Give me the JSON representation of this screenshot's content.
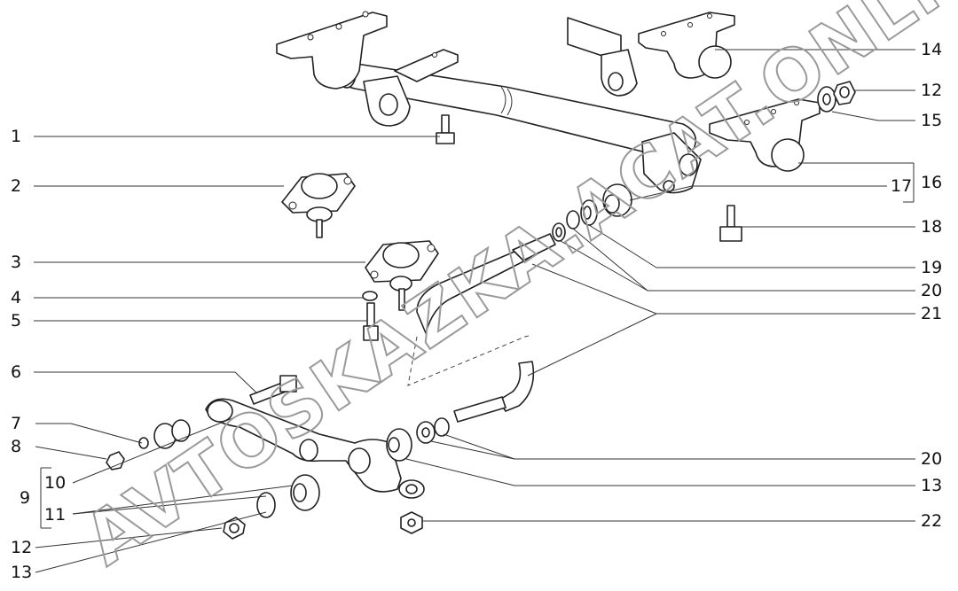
{
  "watermark": {
    "text": "AVTOSKAZKA.ACAT.ONLINE",
    "color": "#9a9a9a"
  },
  "labels": [
    {
      "id": "1",
      "text": "1"
    },
    {
      "id": "2",
      "text": "2"
    },
    {
      "id": "3",
      "text": "3"
    },
    {
      "id": "4",
      "text": "4"
    },
    {
      "id": "5",
      "text": "5"
    },
    {
      "id": "6",
      "text": "6"
    },
    {
      "id": "7",
      "text": "7"
    },
    {
      "id": "8",
      "text": "8"
    },
    {
      "id": "9",
      "text": "9"
    },
    {
      "id": "10",
      "text": "10"
    },
    {
      "id": "11",
      "text": "11"
    },
    {
      "id": "12a",
      "text": "12"
    },
    {
      "id": "13a",
      "text": "13"
    },
    {
      "id": "14",
      "text": "14"
    },
    {
      "id": "12b",
      "text": "12"
    },
    {
      "id": "15",
      "text": "15"
    },
    {
      "id": "16",
      "text": "16"
    },
    {
      "id": "17",
      "text": "17"
    },
    {
      "id": "18",
      "text": "18"
    },
    {
      "id": "19",
      "text": "19"
    },
    {
      "id": "20a",
      "text": "20"
    },
    {
      "id": "21",
      "text": "21"
    },
    {
      "id": "20b",
      "text": "20"
    },
    {
      "id": "13b",
      "text": "13"
    },
    {
      "id": "22",
      "text": "22"
    }
  ]
}
